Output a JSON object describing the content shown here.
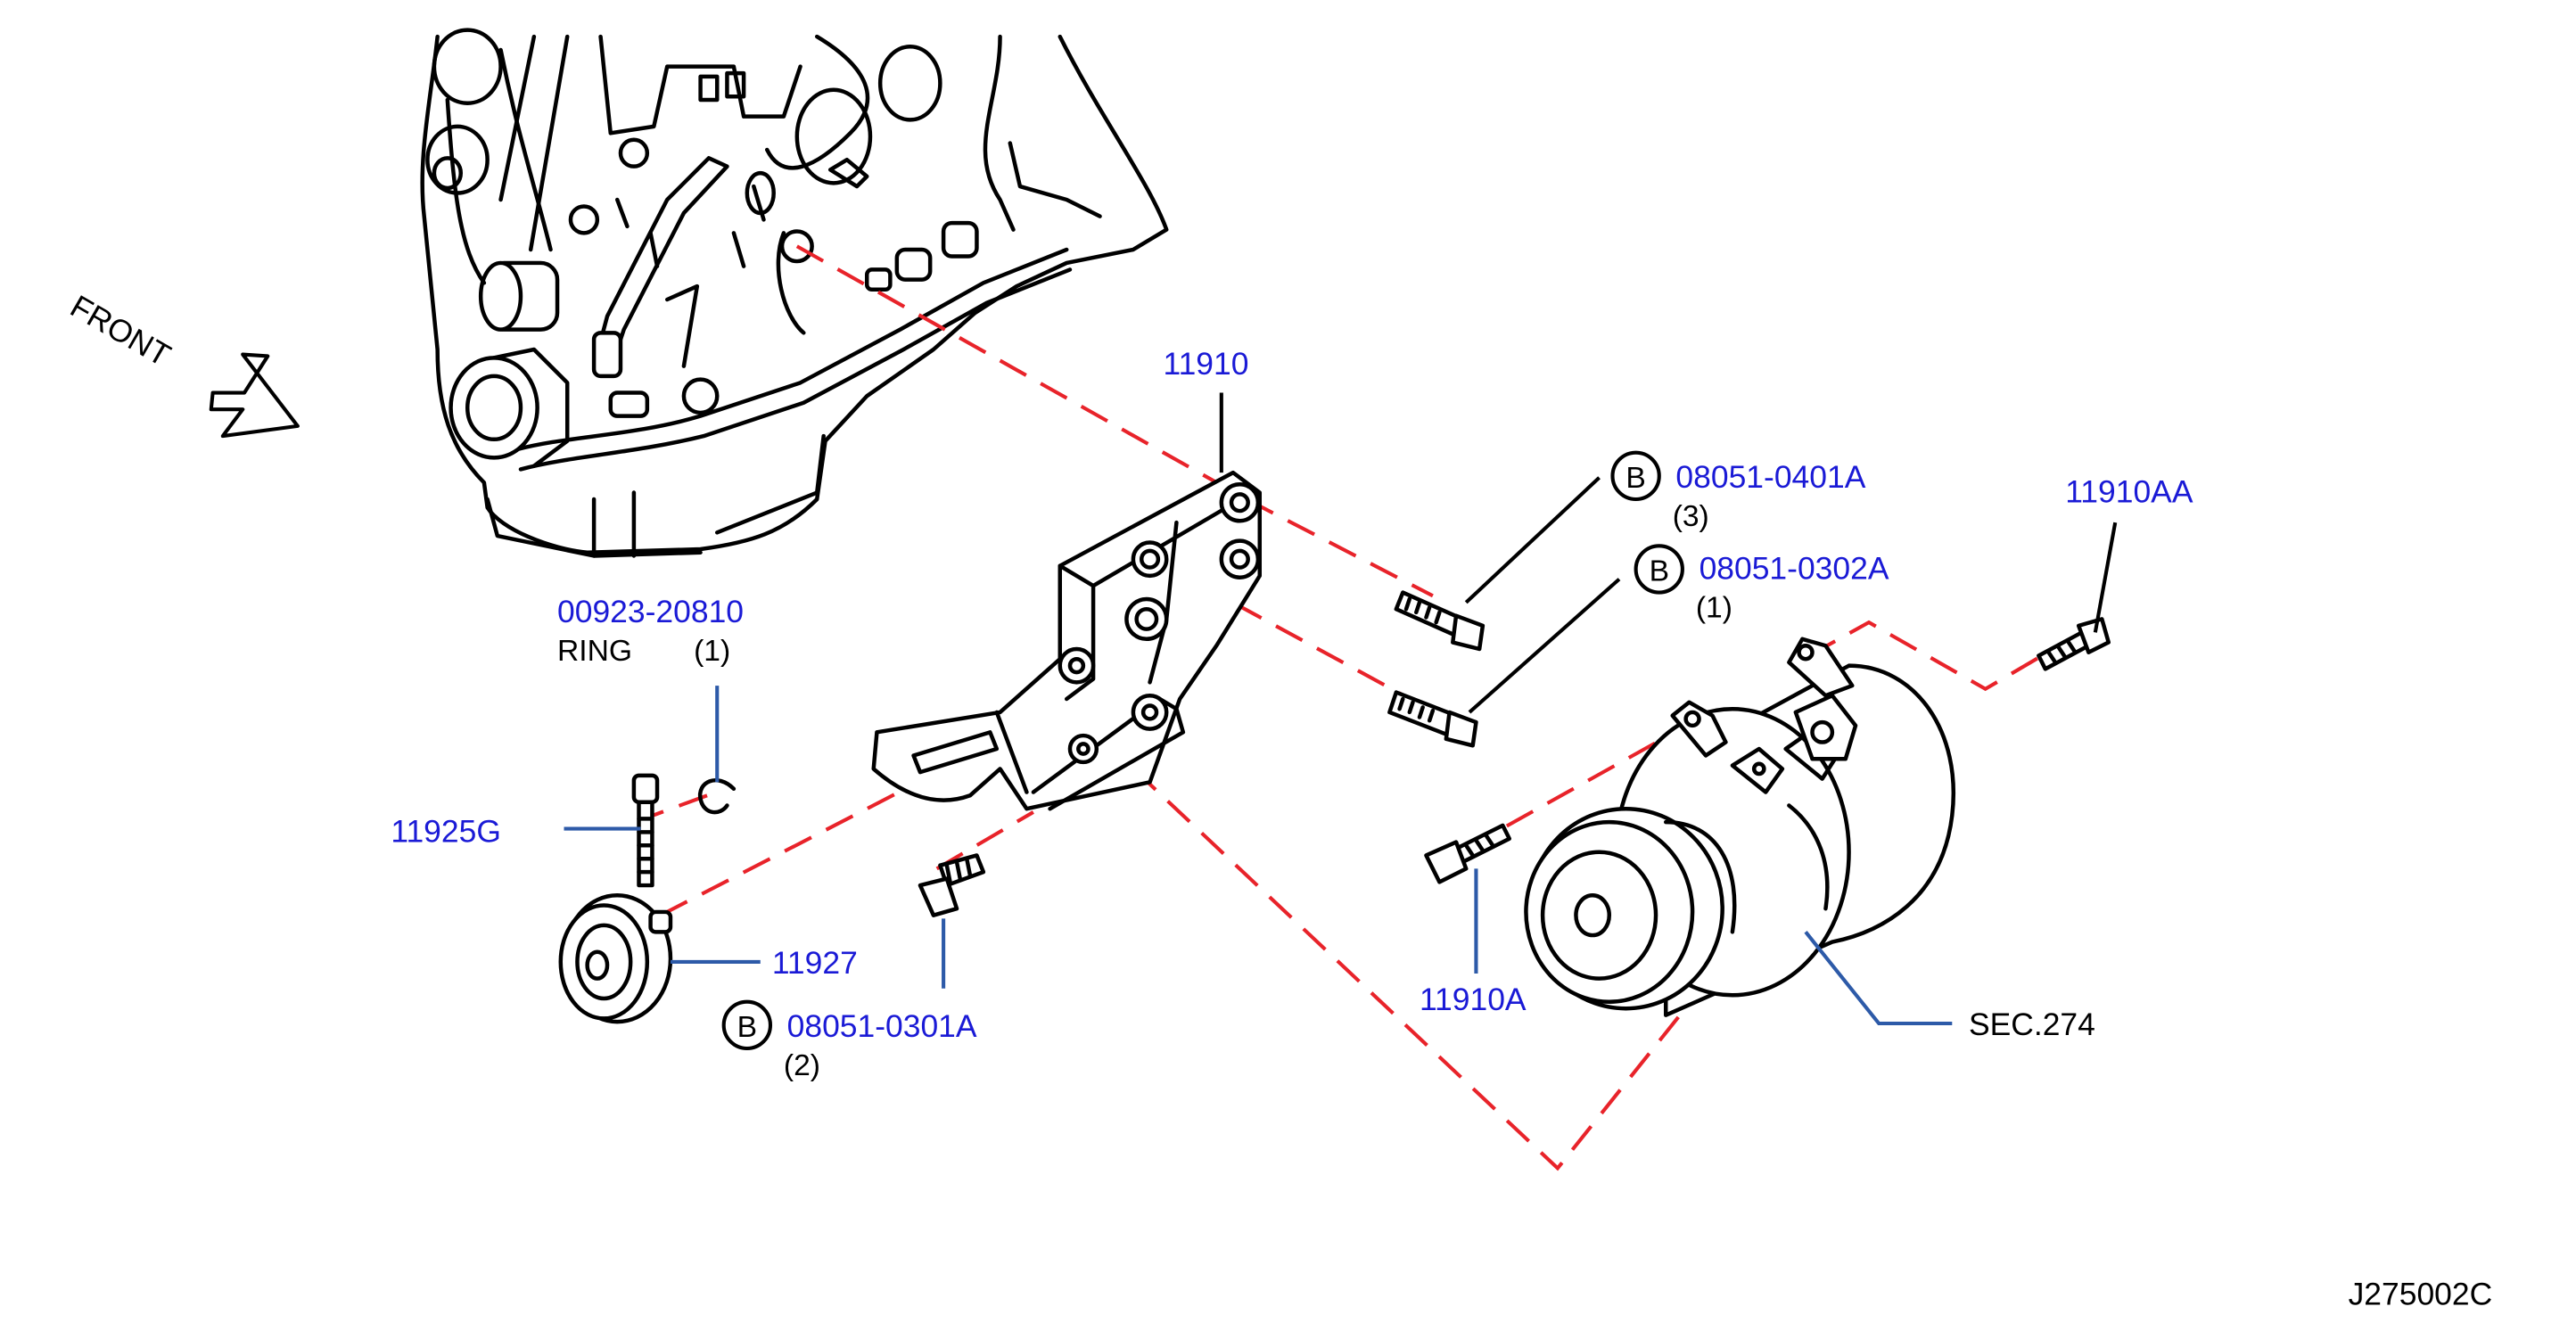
{
  "diagram_code": "J275002C",
  "front_label": "FRONT",
  "colors": {
    "part_number": "#1a1ad6",
    "leader_line": "#2d5aa8",
    "phantom_line": "#e8232a",
    "note": "#000000"
  },
  "callouts": {
    "bracket": {
      "part": "11910"
    },
    "bolt_b_0401": {
      "marker": "B",
      "part": "08051-0401A",
      "qty": "(3)"
    },
    "bolt_b_0302": {
      "marker": "B",
      "part": "08051-0302A",
      "qty": "(1)"
    },
    "bolt_aa": {
      "part": "11910AA"
    },
    "ring": {
      "part": "00923-20810",
      "name": "RING",
      "qty": "(1)"
    },
    "idler_bolt": {
      "part": "11925G"
    },
    "idler_pulley": {
      "part": "11927"
    },
    "bolt_b_0301": {
      "marker": "B",
      "part": "08051-0301A",
      "qty": "(2)"
    },
    "bolt_a": {
      "part": "11910A"
    },
    "compressor": {
      "part": "SEC.274"
    }
  }
}
